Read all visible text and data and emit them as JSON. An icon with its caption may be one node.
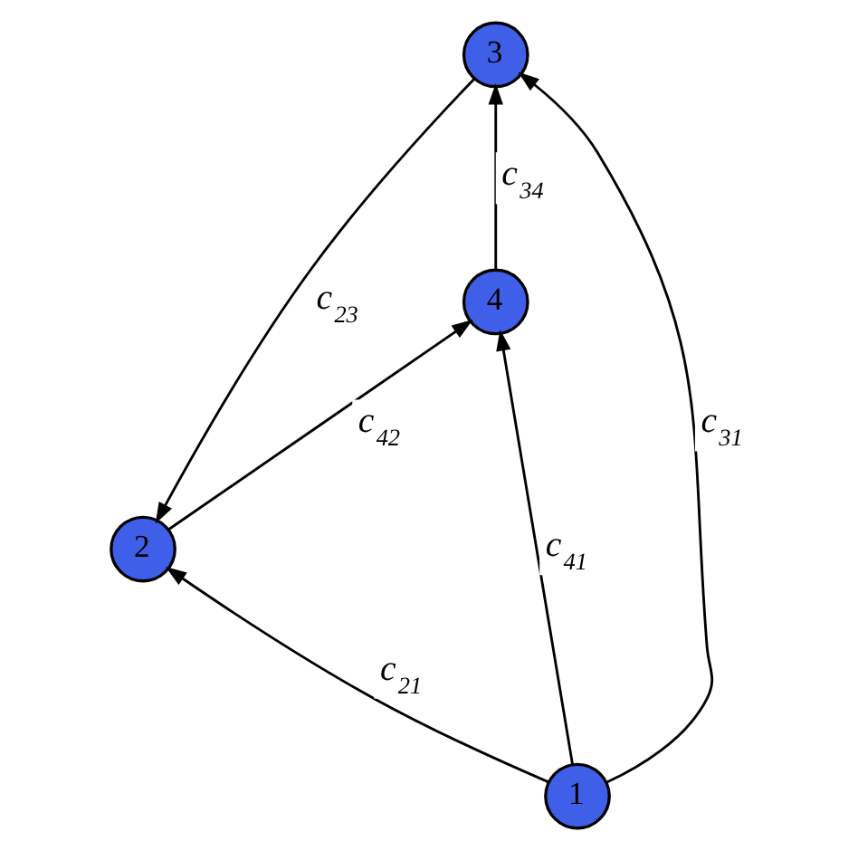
{
  "diagram": {
    "nodes": [
      {
        "text": [
          "1"
        ]
      },
      {
        "text": [
          "2"
        ]
      },
      {
        "text": [
          "3"
        ]
      },
      {
        "text": [
          "4"
        ]
      }
    ],
    "edges": [
      {
        "from": 0,
        "to": 1,
        "arrow": "to",
        "label": "c$_{21}$"
      },
      {
        "from": 0,
        "to": 2,
        "arrow": "to",
        "label": "c$_{31}$"
      },
      {
        "from": 0,
        "to": 3,
        "arrow": "to",
        "label": "c$_{41}$"
      },
      {
        "from": 2,
        "to": 1,
        "arrow": "to",
        "label": "c$_{23}$"
      },
      {
        "from": 1,
        "to": 3,
        "arrow": "to",
        "label": "c$_{42}$"
      },
      {
        "from": 3,
        "to": 2,
        "arrow": "to",
        "label": "c$_{34}$"
      }
    ]
  }
}
